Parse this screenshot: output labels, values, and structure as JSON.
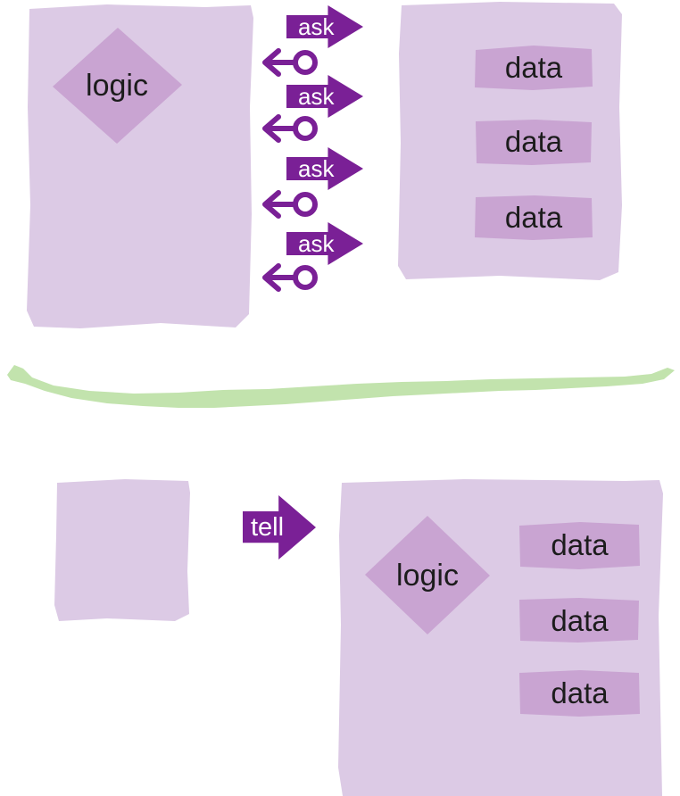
{
  "top_section": {
    "logic_block": {
      "label": "logic"
    },
    "ask_arrows": [
      {
        "label": "ask"
      },
      {
        "label": "ask"
      },
      {
        "label": "ask"
      },
      {
        "label": "ask"
      }
    ],
    "return_arrow_count": 4,
    "data_block": {
      "items": [
        {
          "label": "data"
        },
        {
          "label": "data"
        },
        {
          "label": "data"
        }
      ]
    }
  },
  "bottom_section": {
    "tell_arrow": {
      "label": "tell"
    },
    "target_block": {
      "logic_label": "logic",
      "items": [
        {
          "label": "data"
        },
        {
          "label": "data"
        },
        {
          "label": "data"
        }
      ]
    }
  },
  "colors": {
    "background": "#ffffff",
    "panel_fill": "#dccae5",
    "accent_fill": "#c9a4d2",
    "arrow_purple": "#7a2096",
    "arrow_text": "#ffffff",
    "divider_green": "#c2e3ad",
    "label_text": "#1c1c1c"
  }
}
